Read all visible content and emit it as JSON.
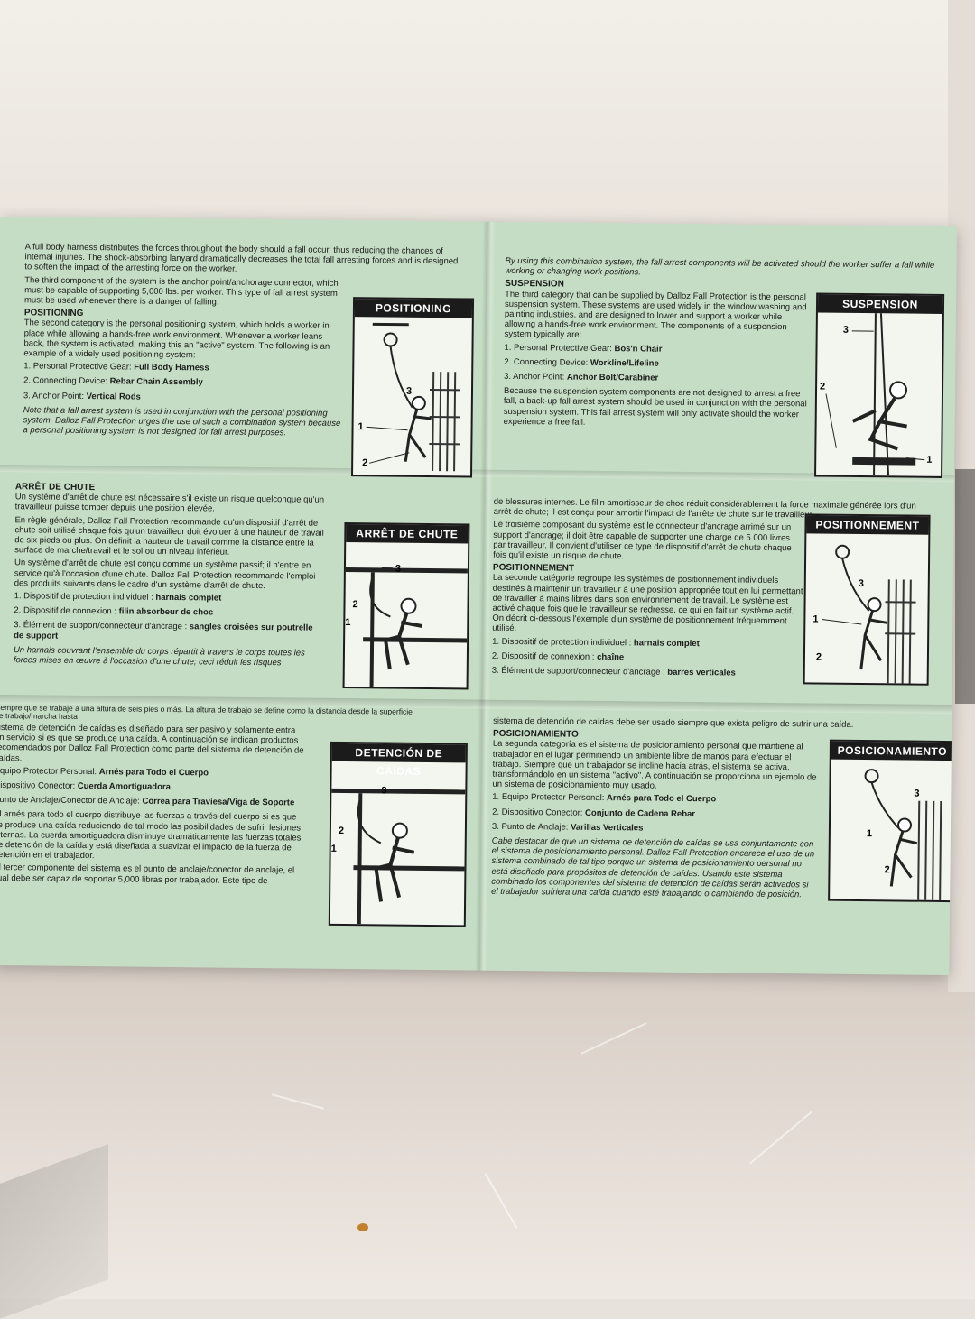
{
  "tl": {
    "p1": "A full body harness distributes the forces throughout the body should a fall occur, thus reducing the chances of internal injuries. The shock-absorbing lanyard dramatically decreases the total fall arresting forces and is designed to soften the impact of the arresting force on the worker.",
    "p2": "The third component of the system is the anchor point/anchorage connector, which must be capable of supporting 5,000 lbs. per worker. This type of fall arrest system must be used whenever there is a danger of falling.",
    "heading": "POSITIONING",
    "p3": "The second category is the personal positioning system, which holds a worker in place while allowing a hands-free work environment. Whenever a worker leans back, the system is activated, making this an \"active\" system. The following is an example of a widely used positioning system:",
    "items": [
      {
        "pre": "1. Personal Protective Gear: ",
        "val": "Full Body Harness"
      },
      {
        "pre": "2. Connecting Device: ",
        "val": "Rebar Chain Assembly"
      },
      {
        "pre": "3. Anchor Point: ",
        "val": "Vertical Rods"
      }
    ],
    "note": "Note that a fall arrest system is used in conjunction with the personal positioning system. Dalloz Fall Protection urges the use of such a combination system because a personal positioning system is not designed for fall arrest purposes.",
    "box_label": "POSITIONING"
  },
  "tr": {
    "intro": "By using this combination system, the fall arrest components will be activated should the worker suffer a fall while working or changing work positions.",
    "heading": "SUSPENSION",
    "p1": "The third category that can be supplied by Dalloz Fall Protection is the personal suspension system. These systems are used widely in the window washing and painting industries, and are designed to lower and support a worker while allowing a hands-free work environment. The components of a suspension system typically are:",
    "items": [
      {
        "pre": "1. Personal Protective Gear: ",
        "val": "Bos'n Chair"
      },
      {
        "pre": "2. Connecting Device: ",
        "val": "Workline/Lifeline"
      },
      {
        "pre": "3. Anchor Point: ",
        "val": "Anchor Bolt/Carabiner"
      }
    ],
    "p2": "Because the suspension system components are not designed to arrest a free fall, a back-up fall arrest system should be used in conjunction with the personal suspension system. This fall arrest system will only activate should the worker experience a free fall.",
    "box_label": "SUSPENSION"
  },
  "ml": {
    "heading": "ARRÊT DE CHUTE",
    "p1": "Un système d'arrêt de chute est nécessaire s'il existe un risque quelconque qu'un travailleur puisse tomber depuis une position élevée.",
    "p2": "En règle générale, Dalloz Fall Protection recommande qu'un dispositif d'arrêt de chute soit utilisé chaque fois qu'un travailleur doit évoluer à une hauteur de travail de six pieds ou plus. On définit la hauteur de travail comme la distance entre la surface de marche/travail et le sol ou un niveau inférieur.",
    "p3": "Un système d'arrêt de chute est conçu comme un système passif; il n'entre en service qu'à l'occasion d'une chute. Dalloz Fall Protection recommande l'emploi des produits suivants dans le cadre d'un système d'arrêt de chute.",
    "items": [
      {
        "pre": "1. Dispositif de protection individuel : ",
        "val": "harnais complet"
      },
      {
        "pre": "2. Dispositif de connexion : ",
        "val": "filin absorbeur de choc"
      },
      {
        "pre": "3. Élément de support/connecteur d'ancrage : ",
        "val": "sangles croisées sur poutrelle de support"
      }
    ],
    "p4": "Un harnais couvrant l'ensemble du corps répartit à travers le corps toutes les forces mises en œuvre à l'occasion d'une chute; ceci réduit les risques",
    "box_label": "ARRÊT DE CHUTE"
  },
  "mr": {
    "p1": "de blessures internes. Le filin amortisseur de choc réduit considérablement la force maximale générée lors d'un arrêt de chute; il est conçu pour amortir l'impact de l'arrête de chute sur le travailleur.",
    "p2": "Le troisième composant du système est le connecteur d'ancrage arrimé sur un support d'ancrage; il doit être capable de supporter une charge de 5 000 livres par travailleur. Il convient d'utiliser ce type de dispositif d'arrêt de chute chaque fois qu'il existe un risque de chute.",
    "heading": "POSITIONNEMENT",
    "p3": "La seconde catégorie regroupe les systèmes de positionnement individuels destinés à maintenir un travailleur à une position appropriée tout en lui permettant de travailler à mains libres dans son environnement de travail. Le système est activé chaque fois que le travailleur se redresse, ce qui en fait un système actif. On décrit ci-dessous l'exemple d'un système de positionnement fréquemment utilisé.",
    "items": [
      {
        "pre": "1. Dispositif de protection individuel : ",
        "val": "harnais complet"
      },
      {
        "pre": "2. Dispositif de connexion : ",
        "val": "chaîne"
      },
      {
        "pre": "3. Élément de support/connecteur d'ancrage : ",
        "val": "barres verticales"
      }
    ],
    "box_label": "POSITIONNEMENT"
  },
  "bl": {
    "p0": "siempre que se trabaje a una altura de seis pies o más. La altura de trabajo se define como la distancia desde la superficie de trabajo/marcha hasta",
    "p1": "sistema de detención de caídas es diseñado para ser pasivo y solamente entra en servicio si es que se produce una caída. A continuación se indican productos recomendados por Dalloz Fall Protection como parte del sistema de detención de caídas.",
    "items": [
      {
        "pre": "Equipo Protector Personal: ",
        "val": "Arnés para Todo el Cuerpo"
      },
      {
        "pre": "Dispositivo Conector: ",
        "val": "Cuerda Amortiguadora"
      },
      {
        "pre": "Punto de Anclaje/Conector de Anclaje: ",
        "val": "Correa para Traviesa/Viga de Soporte"
      }
    ],
    "p2": "El arnés para todo el cuerpo distribuye las fuerzas a través del cuerpo si es que se produce una caída reduciendo de tal modo las posibilidades de sufrir lesiones internas. La cuerda amortiguadora disminuye dramáticamente las fuerzas totales de detención de la caída y está diseñada a suavizar el impacto de la fuerza de detención en el trabajador.",
    "p3": "El tercer componente del sistema es el punto de anclaje/conector de anclaje, el cual debe ser capaz de soportar 5,000 libras por trabajador. Este tipo de",
    "box_label": "DETENCIÓN DE CAÍDAS"
  },
  "br": {
    "p0": "sistema de detención de caídas debe ser usado siempre que exista peligro de sufrir una caída.",
    "heading": "POSICIONAMIENTO",
    "p1": "La segunda categoría es el sistema de posicionamiento personal que mantiene al trabajador en el lugar permitiendo un ambiente libre de manos para efectuar el trabajo. Siempre que un trabajador se incline hacia atrás, el sistema se activa, transformándolo en un sistema \"activo\". A continuación se proporciona un ejemplo de un sistema de posicionamiento muy usado.",
    "items": [
      {
        "pre": "1. Equipo Protector Personal: ",
        "val": "Arnés para Todo el Cuerpo"
      },
      {
        "pre": "2. Dispositivo Conector: ",
        "val": "Conjunto de Cadena Rebar"
      },
      {
        "pre": "3. Punto de Anclaje: ",
        "val": "Varillas Verticales"
      }
    ],
    "note": "Cabe destacar de que un sistema de detención de caídas se usa conjuntamente con el sistema de posicionamiento personal. Dalloz Fall Protection encarece el uso de un sistema combinado de tal tipo porque un sistema de posicionamiento personal no está diseñado para propósitos de detención de caídas. Usando este sistema combinado los componentes del sistema de detención de caídas serán activados si el trabajador sufriera una caída cuando esté trabajando o cambiando de posición.",
    "box_label": "POSICIONAMIENTO"
  },
  "callouts": {
    "one": "1",
    "two": "2",
    "three": "3"
  }
}
